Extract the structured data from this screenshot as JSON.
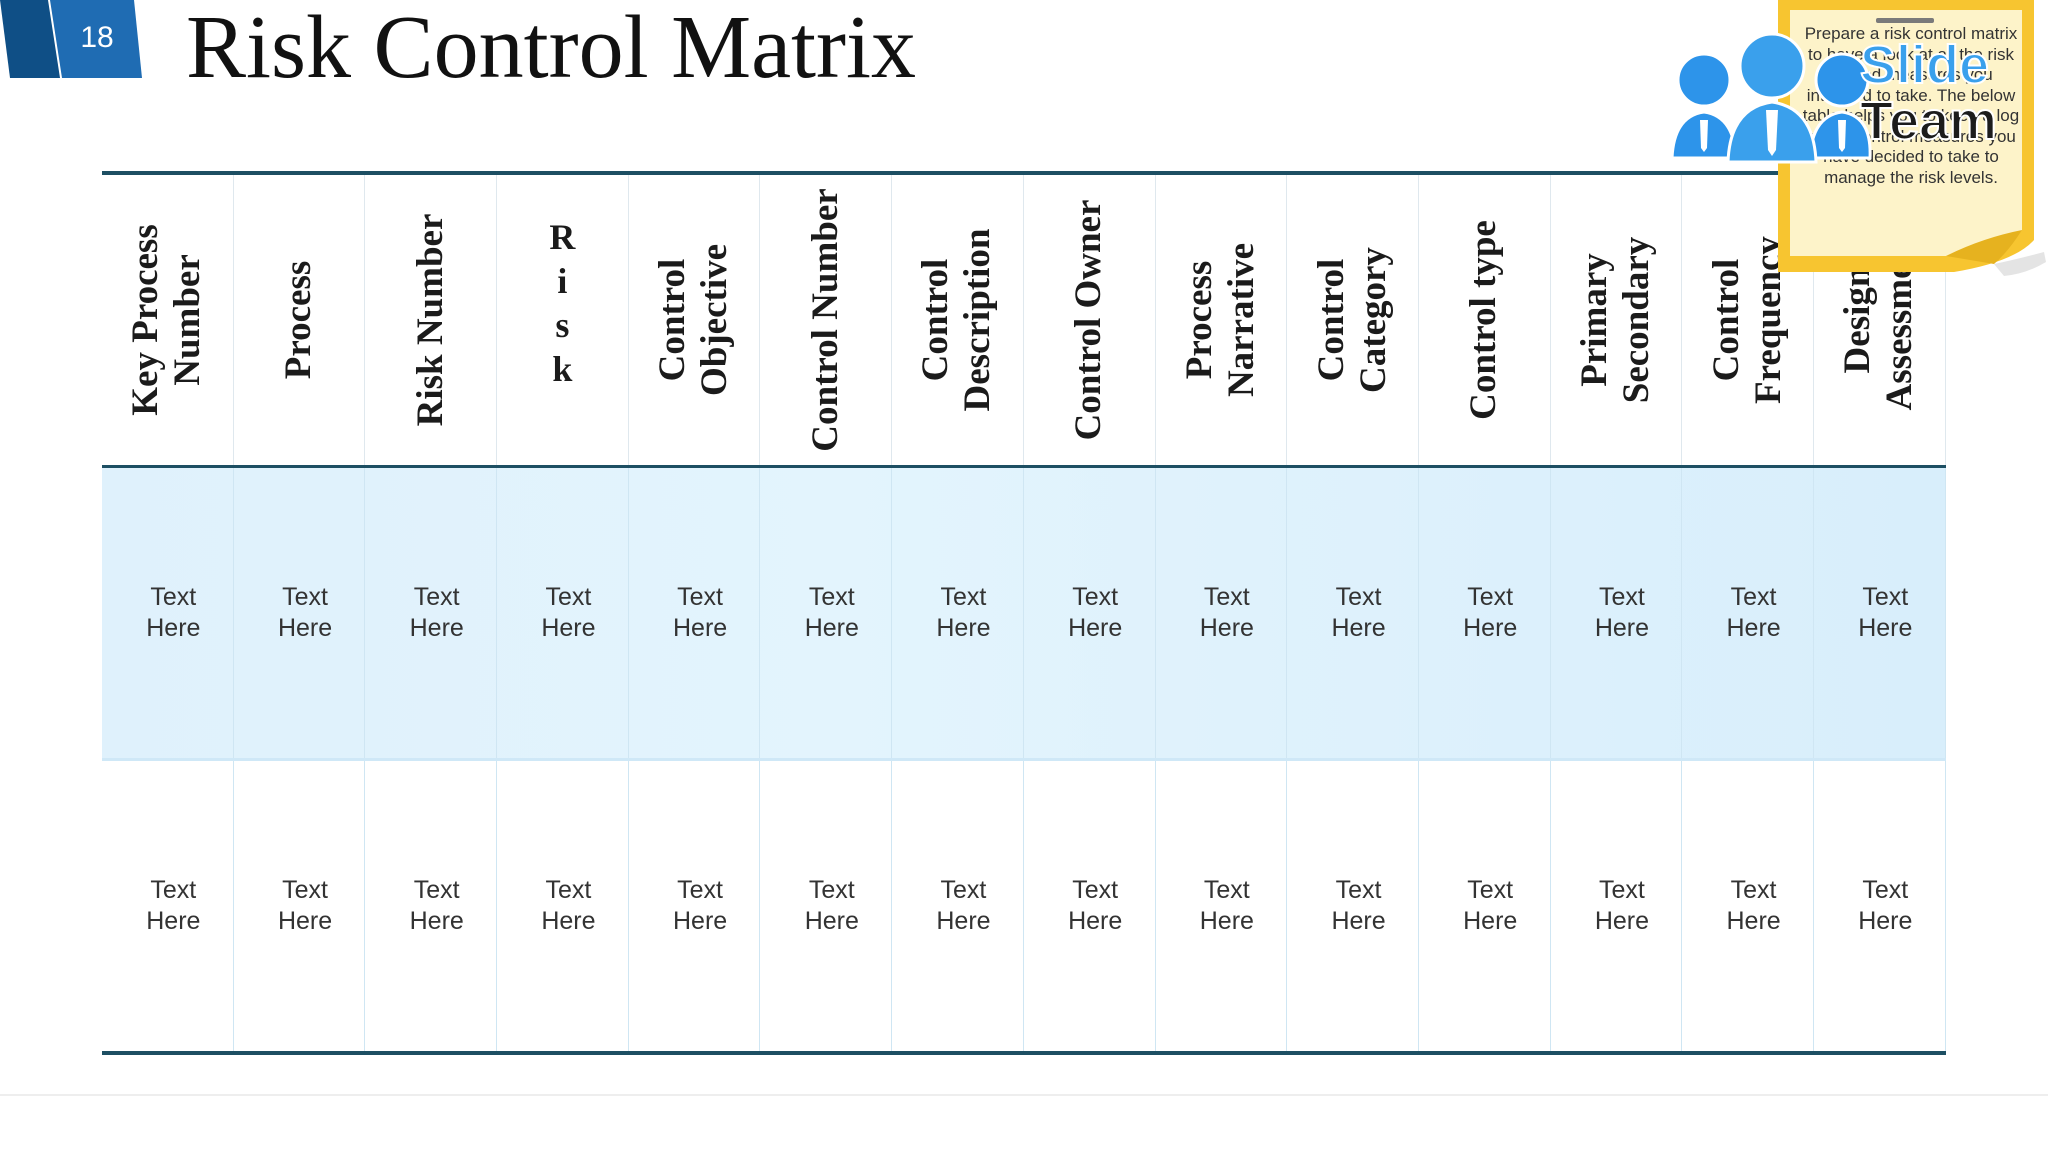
{
  "slide": {
    "number": "18",
    "title": "Risk Control Matrix"
  },
  "headers": [
    "Key Process Number",
    "Process",
    "Risk Number",
    "R\ni\ns\nk",
    "Control Objective",
    "Control Number",
    "Control Description",
    "Control Owner",
    "Process Narrative",
    "Control Category",
    "Control type",
    "Primary Secondary",
    "Control Frequency",
    "Design Assessment"
  ],
  "risk_letters": [
    "R",
    "i",
    "s",
    "k"
  ],
  "rows": [
    [
      "Text Here",
      "Text Here",
      "Text Here",
      "Text Here",
      "Text Here",
      "Text Here",
      "Text Here",
      "Text Here",
      "Text Here",
      "Text Here",
      "Text Here",
      "Text Here",
      "Text Here",
      "Text Here"
    ],
    [
      "Text Here",
      "Text Here",
      "Text Here",
      "Text Here",
      "Text Here",
      "Text Here",
      "Text Here",
      "Text Here",
      "Text Here",
      "Text Here",
      "Text Here",
      "Text Here",
      "Text Here",
      "Text Here"
    ]
  ],
  "note": {
    "text": "Prepare a risk control matrix to have a look at all the risk related measures you intended to take. The below table helps you to keep a log of the control measures you have decided to take to manage the risk levels."
  },
  "logo": {
    "word1": "Slide",
    "word2": "Team"
  },
  "colors": {
    "badge": "#1565a8",
    "rule": "#1d4f63",
    "row_fill": "#dff1fc",
    "note_fill": "#fdf3c9",
    "note_border": "#f7c530",
    "logo_blue": "#3aa0ec"
  }
}
